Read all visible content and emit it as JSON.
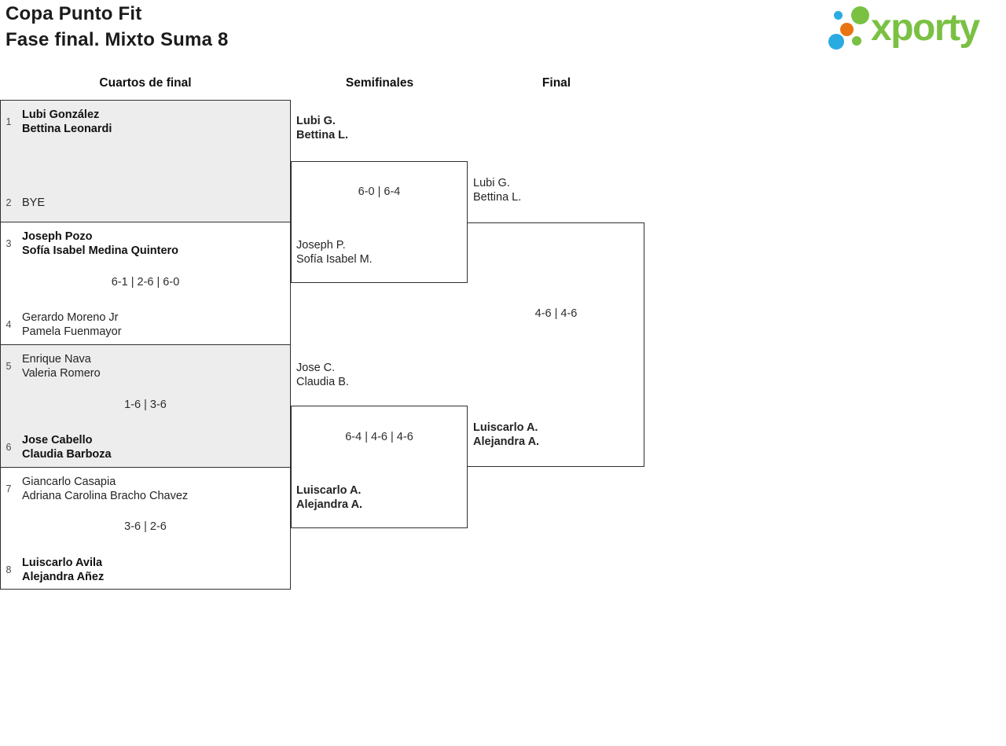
{
  "header": {
    "title_line1": "Copa Punto Fit",
    "title_line2": "Fase final. Mixto Suma 8"
  },
  "logo": {
    "text": "xporty"
  },
  "round_headers": {
    "quarterfinals": "Cuartos de final",
    "semifinals": "Semifinales",
    "final": "Final"
  },
  "bracket": {
    "quarterfinals": [
      {
        "seed_top": "1",
        "top_line1": "Lubi González",
        "top_line2": "Bettina Leonardi",
        "top_winner": true,
        "score": "",
        "seed_bottom": "2",
        "bottom_line1": "BYE",
        "bottom_line2": "",
        "bottom_winner": false
      },
      {
        "seed_top": "3",
        "top_line1": "Joseph Pozo",
        "top_line2": "Sofía Isabel Medina Quintero",
        "top_winner": true,
        "score": "6-1 | 2-6 | 6-0",
        "seed_bottom": "4",
        "bottom_line1": "Gerardo Moreno Jr",
        "bottom_line2": "Pamela Fuenmayor",
        "bottom_winner": false
      },
      {
        "seed_top": "5",
        "top_line1": "Enrique Nava",
        "top_line2": "Valeria Romero",
        "top_winner": false,
        "score": "1-6 | 3-6",
        "seed_bottom": "6",
        "bottom_line1": "Jose Cabello",
        "bottom_line2": "Claudia Barboza",
        "bottom_winner": true
      },
      {
        "seed_top": "7",
        "top_line1": "Giancarlo Casapia",
        "top_line2": "Adriana Carolina Bracho Chavez",
        "top_winner": false,
        "score": "3-6 | 2-6",
        "seed_bottom": "8",
        "bottom_line1": "Luiscarlo Avila",
        "bottom_line2": "Alejandra Añez",
        "bottom_winner": true
      }
    ],
    "semifinals": [
      {
        "top_line1": "Lubi G.",
        "top_line2": "Bettina L.",
        "top_winner": true,
        "score": "6-0 | 6-4",
        "bottom_line1": "Joseph P.",
        "bottom_line2": "Sofía Isabel M.",
        "bottom_winner": false
      },
      {
        "top_line1": "Jose C.",
        "top_line2": "Claudia B.",
        "top_winner": false,
        "score": "6-4 | 4-6 | 4-6",
        "bottom_line1": "Luiscarlo A.",
        "bottom_line2": "Alejandra A.",
        "bottom_winner": true
      }
    ],
    "final": {
      "top_line1": "Lubi G.",
      "top_line2": "Bettina L.",
      "top_winner": false,
      "score": "4-6 | 4-6",
      "bottom_line1": "Luiscarlo A.",
      "bottom_line2": "Alejandra A.",
      "bottom_winner": true
    }
  },
  "colors": {
    "brand_green": "#7ac143",
    "brand_blue": "#29abe2",
    "brand_orange": "#e87511",
    "box_gray": "#ededed",
    "border": "#2f2f2f"
  }
}
